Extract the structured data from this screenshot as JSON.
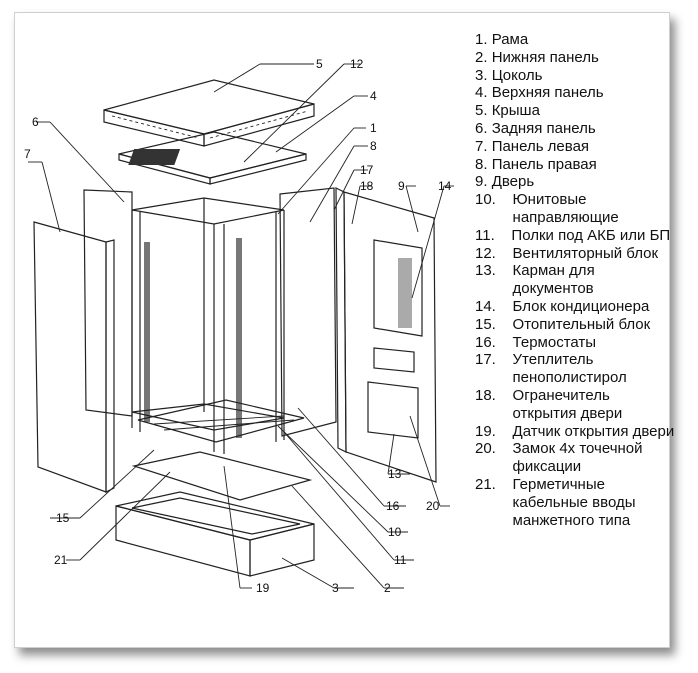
{
  "legend": [
    {
      "n": "1.",
      "label": "Рама"
    },
    {
      "n": "2.",
      "label": "Нижняя панель"
    },
    {
      "n": "3.",
      "label": "Цоколь"
    },
    {
      "n": "4.",
      "label": "Верхняя панель"
    },
    {
      "n": "5.",
      "label": "Крыша"
    },
    {
      "n": "6.",
      "label": "Задняя панель"
    },
    {
      "n": "7.",
      "label": "Панель левая"
    },
    {
      "n": "8.",
      "label": "Панель правая"
    },
    {
      "n": "9.",
      "label": "Дверь"
    },
    {
      "n": "10.",
      "label": "Юнитовые направляющие"
    },
    {
      "n": "11.",
      "label": "Полки под АКБ или БП"
    },
    {
      "n": "12.",
      "label": "Вентиляторный блок"
    },
    {
      "n": "13.",
      "label": "Карман для документов"
    },
    {
      "n": "14.",
      "label": "Блок кондиционера"
    },
    {
      "n": "15.",
      "label": "Отопительный блок"
    },
    {
      "n": "16.",
      "label": "Термостаты"
    },
    {
      "n": "17.",
      "label": "Утеплитель пенополистирол"
    },
    {
      "n": "18.",
      "label": "Огранечитель открытия двери"
    },
    {
      "n": "19.",
      "label": "Датчик открытия двери"
    },
    {
      "n": "20.",
      "label": "Замок 4х точечной фиксации"
    },
    {
      "n": "21.",
      "label": "Герметичные кабельные вводы манжетного типа"
    }
  ],
  "callouts": [
    "1",
    "2",
    "3",
    "4",
    "5",
    "6",
    "7",
    "8",
    "9",
    "10",
    "11",
    "12",
    "13",
    "14",
    "15",
    "16",
    "17",
    "18",
    "19",
    "20",
    "21"
  ]
}
